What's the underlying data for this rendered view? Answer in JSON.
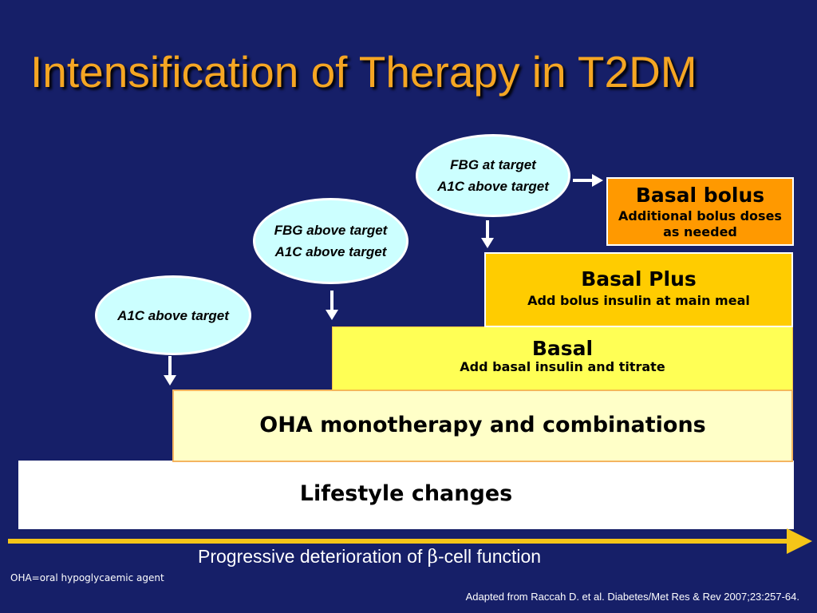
{
  "title": "Intensification of Therapy in T2DM",
  "steps": {
    "lifestyle": "Lifestyle changes",
    "oha": "OHA monotherapy and combinations",
    "basal": {
      "title": "Basal",
      "desc": "Add basal insulin and titrate"
    },
    "basal_plus": {
      "title": "Basal Plus",
      "desc": "Add bolus insulin at main meal"
    },
    "basal_bolus": {
      "title": "Basal bolus",
      "desc_line1": "Additional bolus doses",
      "desc_line2": "as needed"
    }
  },
  "triggers": {
    "t1": {
      "line1": "A1C above target"
    },
    "t2": {
      "line1": "FBG above target",
      "line2": "A1C above target"
    },
    "t3": {
      "line1": "FBG at target",
      "line2": "A1C above target"
    }
  },
  "axis_label": {
    "prefix": "Progressive deterioration of ",
    "symbol": "β",
    "suffix": "-cell function"
  },
  "footnote": "OHA=oral hypoglycaemic agent",
  "reference": "Adapted from Raccah D. et al. Diabetes/Met Res & Rev 2007;23:257-64.",
  "colors": {
    "background": "#161f68",
    "title": "#f5a623",
    "bubble": "#ccffff",
    "basal_bolus": "#ff9900",
    "basal_plus": "#ffcc00",
    "basal": "#ffff55",
    "oha": "#ffffc8",
    "lifestyle": "#ffffff",
    "progress_arrow": "#f5c518"
  }
}
